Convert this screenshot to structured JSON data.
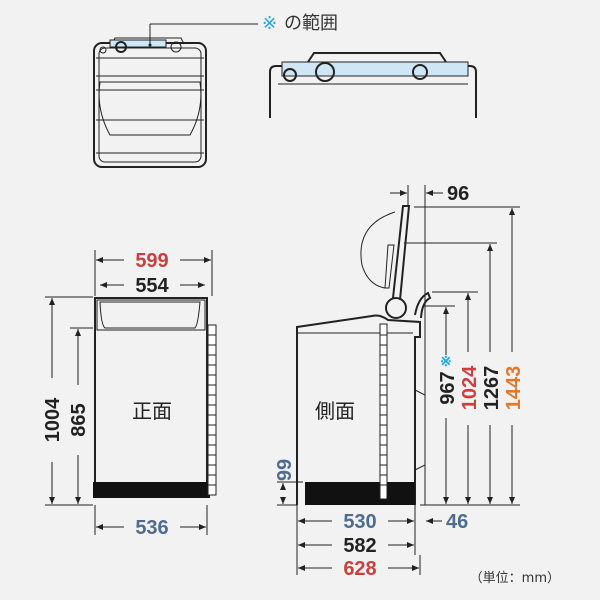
{
  "legend": {
    "mark": "※",
    "text": "の範囲"
  },
  "front": {
    "label": "正面",
    "width_overall": "599",
    "width_body": "554",
    "width_base": "536",
    "height_overall": "1004",
    "height_body": "865"
  },
  "side": {
    "label": "側面",
    "depth_base": "530",
    "depth_body": "582",
    "depth_overall": "628",
    "rear_offset": "46",
    "lid_offset": "96",
    "base_height": "99",
    "height_967": "967",
    "height_967_mark": "※",
    "height_1024": "1024",
    "height_1267": "1267",
    "height_1443": "1443"
  },
  "unit": "（単位：mm）",
  "colors": {
    "red": "#c9403f",
    "orange": "#e2782a",
    "bluegray": "#4f6b8e",
    "cyan": "#23a7e0",
    "highlight": "#cfe6f6",
    "background": "#f2f2f2"
  }
}
